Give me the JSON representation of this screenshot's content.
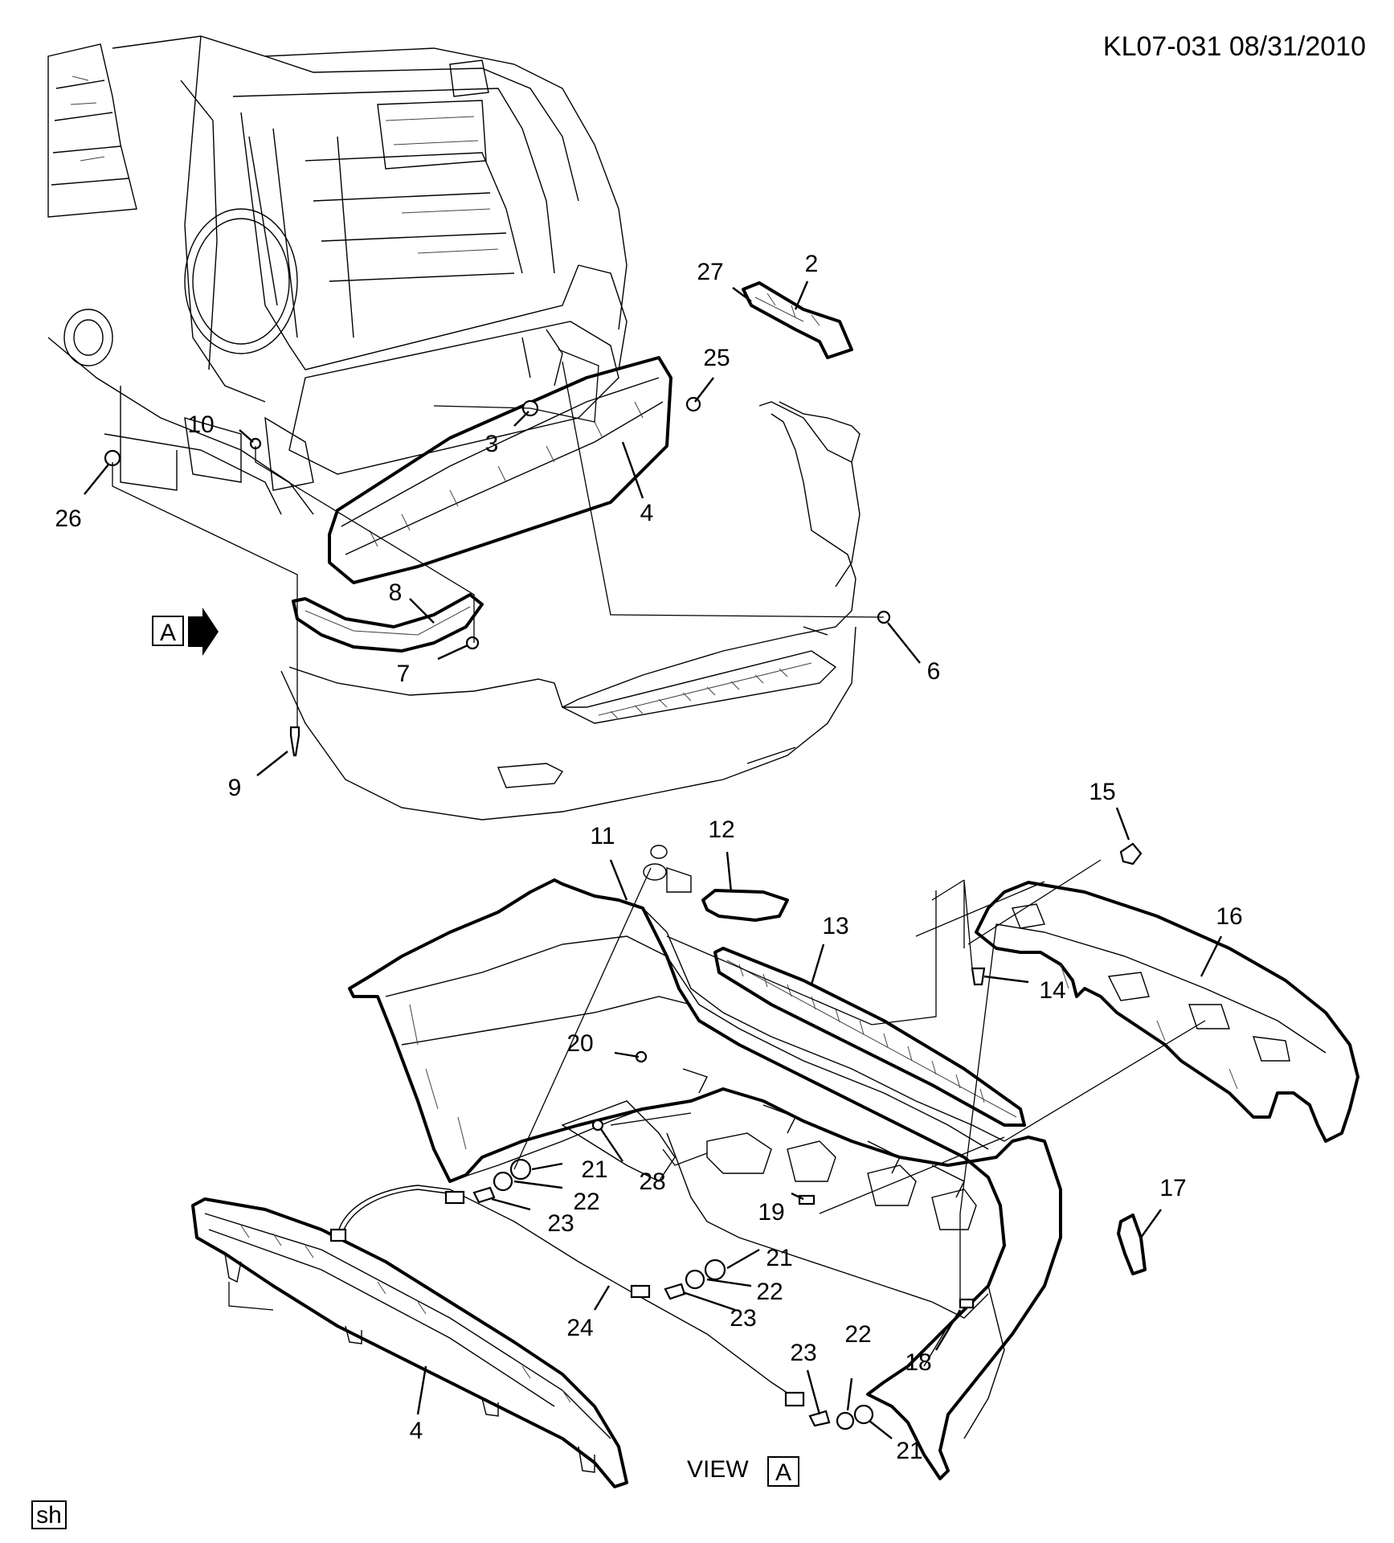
{
  "header": {
    "text": "KL07-031  08/31/2010"
  },
  "view_label": {
    "prefix": "VIEW",
    "letter": "A"
  },
  "view_marker": {
    "letter": "A"
  },
  "corner_tag": {
    "text": "sh"
  },
  "callouts": [
    "27",
    "2",
    "25",
    "10",
    "3",
    "4",
    "26",
    "8",
    "7",
    "6",
    "9",
    "11",
    "12",
    "15",
    "13",
    "16",
    "14",
    "20",
    "21",
    "22",
    "23",
    "28",
    "19",
    "17",
    "21",
    "22",
    "23",
    "24",
    "4",
    "23",
    "22",
    "18",
    "21"
  ]
}
